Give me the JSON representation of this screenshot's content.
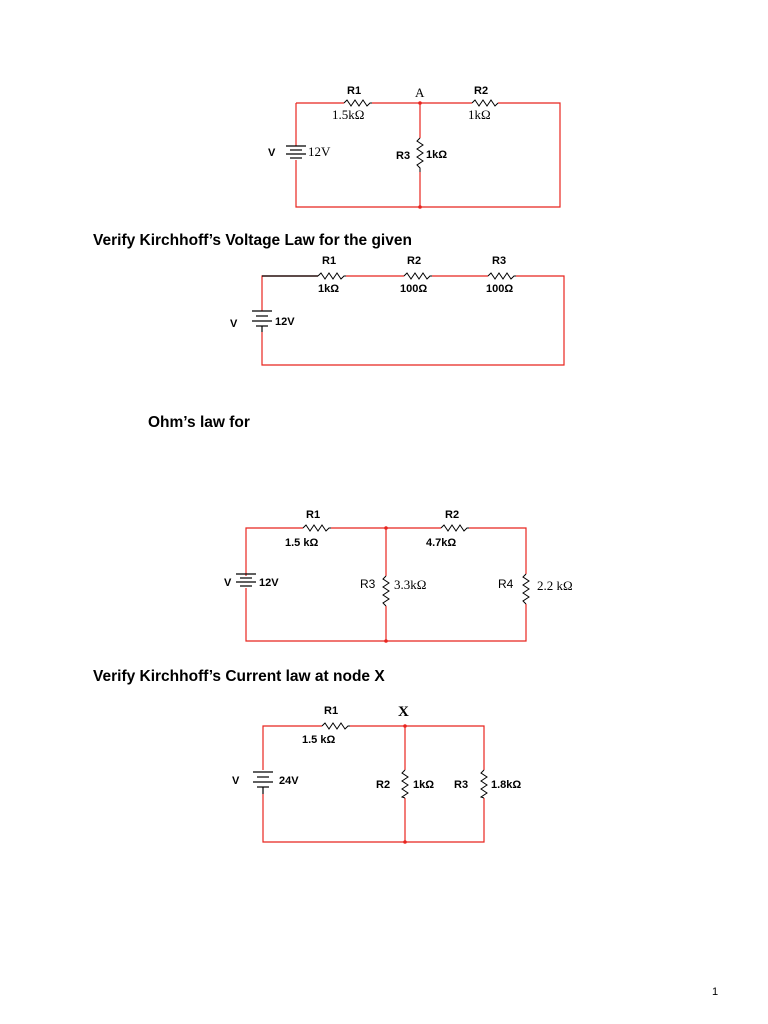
{
  "headings": {
    "kvl": "Verify Kirchhoff’s Voltage Law for the given",
    "ohm": "Ohm’s law for",
    "kcl": "Verify Kirchhoff’s Current law at node X"
  },
  "page_number": "1",
  "circuits": {
    "c1": {
      "r1": "R1",
      "r1_value": "1.5kΩ",
      "node": "A",
      "r2": "R2",
      "r2_value": "1kΩ",
      "r3": "R3",
      "r3_value": "1kΩ",
      "v": "V",
      "v_value": "12V"
    },
    "c2": {
      "r1": "R1",
      "r1_value": "1kΩ",
      "r2": "R2",
      "r2_value": "100Ω",
      "r3": "R3",
      "r3_value": "100Ω",
      "v": "V",
      "v_value": "12V"
    },
    "c3": {
      "r1": "R1",
      "r1_value": "1.5 kΩ",
      "r2": "R2",
      "r2_value": "4.7kΩ",
      "r3": "R3",
      "r3_value": "3.3kΩ",
      "r4": "R4",
      "r4_value": "2.2 kΩ",
      "v": "V",
      "v_value": "12V"
    },
    "c4": {
      "r1": "R1",
      "r1_value": "1.5 kΩ",
      "node": "X",
      "r2": "R2",
      "r2_value": "1kΩ",
      "r3": "R3",
      "r3_value": "1.8kΩ",
      "v": "V",
      "v_value": "24V"
    }
  },
  "colors": {
    "wire": "#e8251f",
    "text": "#000000"
  }
}
